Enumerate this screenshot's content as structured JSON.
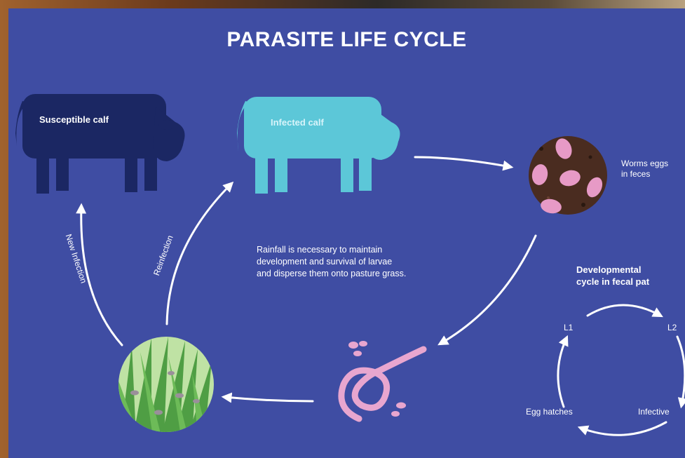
{
  "title": "PARASITE LIFE CYCLE",
  "stages": {
    "susceptible_calf": "Susceptible calf",
    "infected_calf": "Infected calf",
    "worm_eggs": "Worms eggs\nin feces"
  },
  "arrows": {
    "new_infection": "New Infection",
    "reinfection": "Reinfection"
  },
  "note": "Rainfall is necessary to maintain\ndevelopment and survival of larvae\nand disperse them onto pasture grass.",
  "developmental_cycle": {
    "title": "Developmental\ncycle in fecal pat",
    "l1": "L1",
    "l2": "L2",
    "infective": "Infective",
    "egg_hatches": "Egg hatches"
  },
  "colors": {
    "panel": "#3f4da3",
    "susceptible_calf": "#1b2763",
    "infected_calf": "#5cc7d8",
    "feces": "#4a2c20",
    "egg": "#e79ac6",
    "larva": "#e8a6cf",
    "grass": "#7cc46a"
  }
}
